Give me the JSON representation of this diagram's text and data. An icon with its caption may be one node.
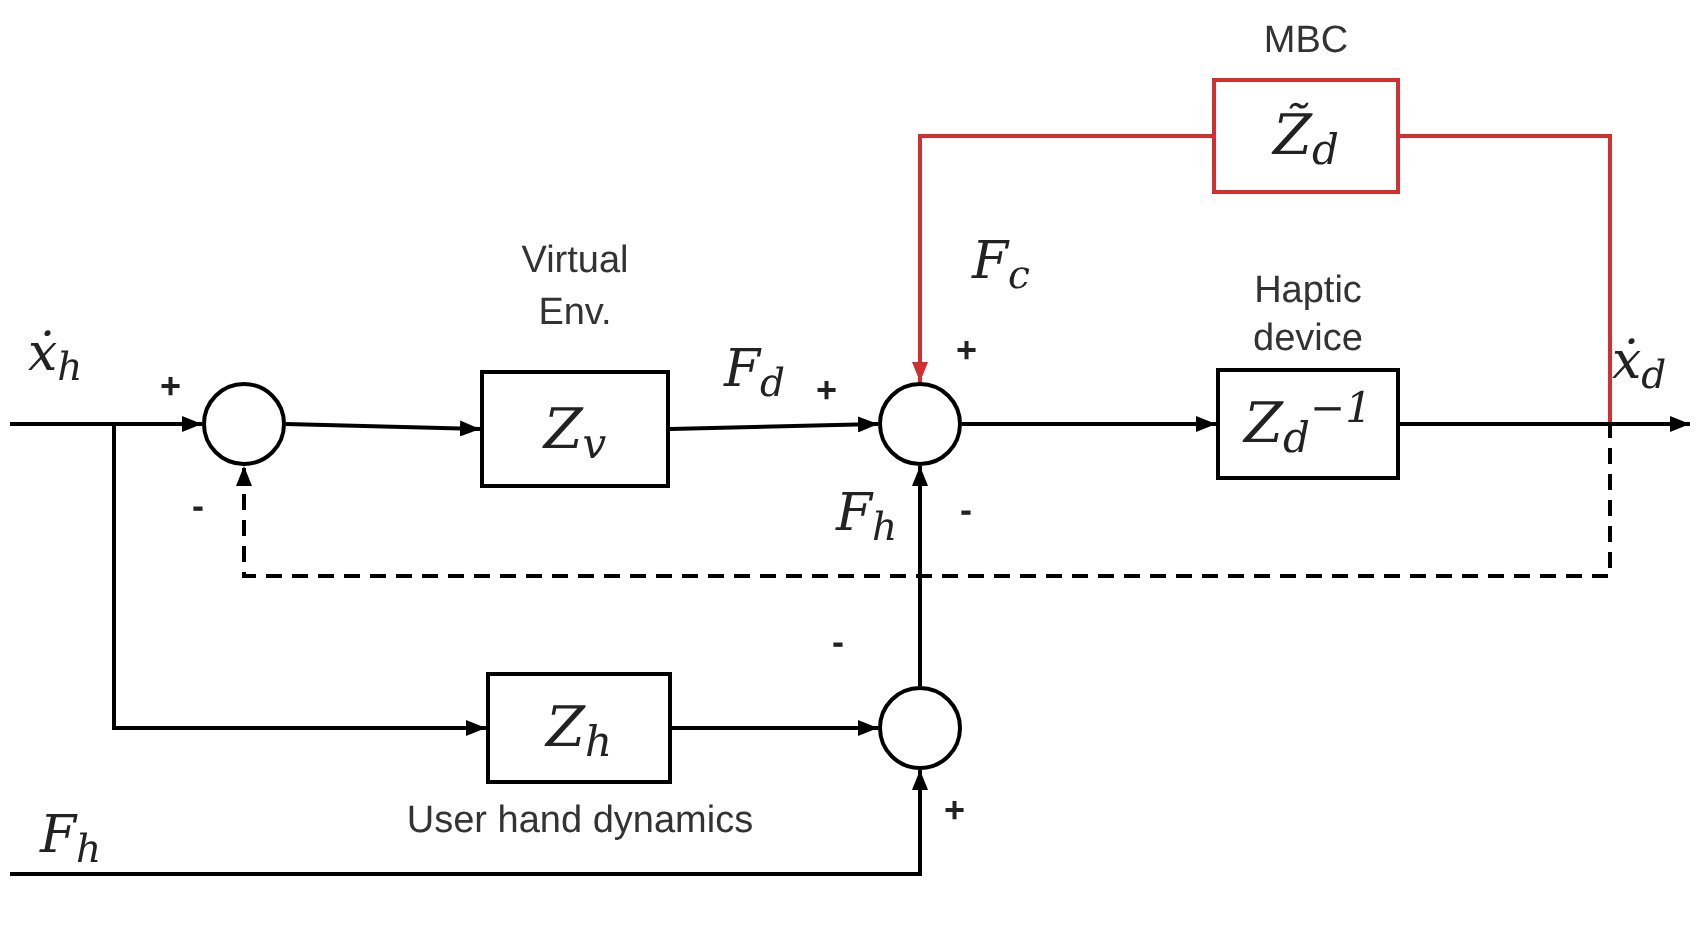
{
  "diagram": {
    "nodes": [
      {
        "text": [],
        "shape": "circle"
      },
      {
        "text": [
          "Z$_{v}$"
        ],
        "beside": [
          "Virtual Env."
        ]
      },
      {
        "text": [],
        "shape": "circle"
      },
      {
        "text": [
          "Z$_{d}$$^{−1}$"
        ],
        "beside": [
          "Haptic device"
        ]
      },
      {
        "text": [
          "Z̃$_{d}$"
        ],
        "beside": [
          "MBC"
        ]
      },
      {
        "text": [
          "Z$_{h}$"
        ],
        "beside": [
          "User hand dynamics"
        ]
      },
      {
        "text": [],
        "shape": "circle"
      }
    ],
    "edges": [
      {
        "from": null,
        "to": 0,
        "arrow": "to",
        "label": "ẋ$_{h}$"
      },
      {
        "from": 0,
        "to": 1,
        "arrow": "to"
      },
      {
        "from": 1,
        "to": 2,
        "arrow": "to",
        "label": "F$_{d}$"
      },
      {
        "from": 2,
        "to": 3,
        "arrow": "to"
      },
      {
        "from": 3,
        "to": null,
        "arrow": "to",
        "label": "ẋ$_{d}$"
      },
      {
        "from": null,
        "to": 5,
        "arrow": "to"
      },
      {
        "from": 5,
        "to": 6,
        "arrow": "to"
      },
      {
        "from": 6,
        "to": 2,
        "arrow": "to",
        "label": "F$_{h}$"
      },
      {
        "from": null,
        "to": 6,
        "arrow": "to",
        "label": "F$_{h}$"
      },
      {
        "from": 3,
        "to": 4,
        "arrow": "none",
        "color": "#d03030"
      },
      {
        "from": 4,
        "to": 2,
        "arrow": "to",
        "label": "F$_{c}$",
        "color": "#d03030"
      },
      {
        "from": 3,
        "to": 0,
        "arrow": "to",
        "style": "dashed"
      }
    ],
    "labels": [
      "+",
      "+",
      "+",
      "-",
      "-",
      "-",
      "+"
    ]
  }
}
